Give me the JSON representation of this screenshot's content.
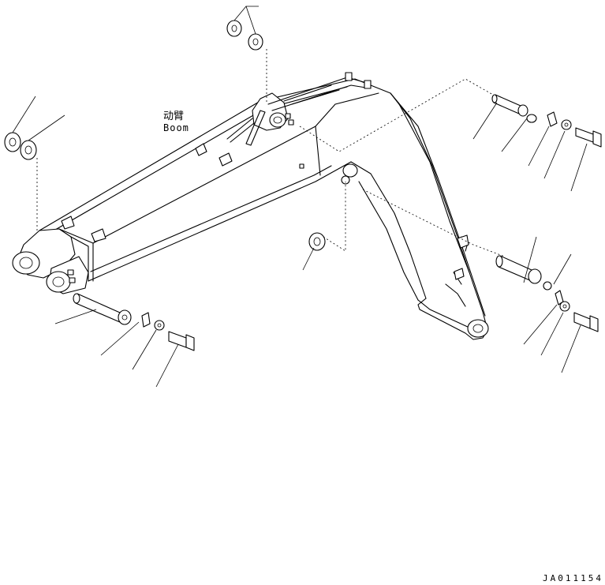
{
  "diagram": {
    "part_label_cn": "动臂",
    "part_label_en": "Boom",
    "drawing_code": "JA011154"
  }
}
